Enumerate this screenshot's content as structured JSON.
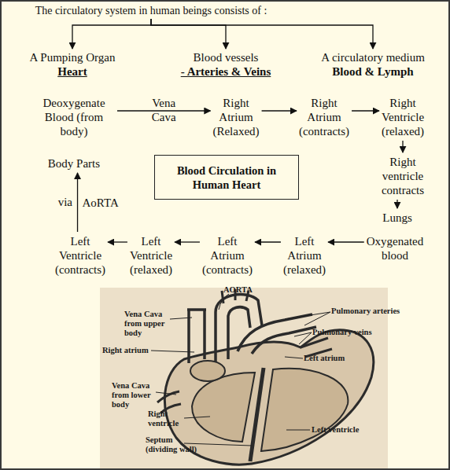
{
  "diagram": {
    "nodes": [
      {
        "text": [
          "The circulatory system in human beings consists of :"
        ]
      },
      {
        "text": [
          "A Pumping Organ",
          "Heart"
        ]
      },
      {
        "text": [
          "Blood vessels",
          "- Arteries & Veins"
        ]
      },
      {
        "text": [
          "A circulatory medium",
          "Blood & Lymph"
        ]
      },
      {
        "text": [
          "Deoxygenate Blood (from body)"
        ]
      },
      {
        "text": [
          "Right Atrium (Relaxed)"
        ]
      },
      {
        "text": [
          "Right Atrium (contracts)"
        ]
      },
      {
        "text": [
          "Right Ventricle (relaxed)"
        ]
      },
      {
        "text": [
          "Body Parts"
        ]
      },
      {
        "text": [
          "Blood Circulation in Human Heart"
        ]
      },
      {
        "text": [
          "Right ventricle contracts"
        ]
      },
      {
        "text": [
          "Lungs"
        ]
      },
      {
        "text": [
          "Left Ventricle (contracts)"
        ]
      },
      {
        "text": [
          "Left Ventricle (relaxed)"
        ]
      },
      {
        "text": [
          "Left Atrium (contracts)"
        ]
      },
      {
        "text": [
          "Left Atrium (relaxed)"
        ]
      },
      {
        "text": [
          "Oxygenated blood"
        ]
      }
    ],
    "edges": [
      {
        "from": 0,
        "to": 1,
        "arrow": "to"
      },
      {
        "from": 0,
        "to": 2,
        "arrow": "to"
      },
      {
        "from": 0,
        "to": 3,
        "arrow": "to"
      },
      {
        "from": 4,
        "to": 5,
        "label": "Vena Cava",
        "arrow": "to"
      },
      {
        "from": 5,
        "to": 6,
        "arrow": "to"
      },
      {
        "from": 6,
        "to": 7,
        "arrow": "to"
      },
      {
        "from": 7,
        "to": 10,
        "arrow": "to"
      },
      {
        "from": 10,
        "to": 11,
        "arrow": "to"
      },
      {
        "from": 16,
        "to": 15,
        "arrow": "to"
      },
      {
        "from": 15,
        "to": 14,
        "arrow": "to"
      },
      {
        "from": 14,
        "to": 13,
        "arrow": "to"
      },
      {
        "from": 13,
        "to": 12,
        "arrow": "to"
      },
      {
        "from": 12,
        "to": 8,
        "label": "AoRTA",
        "arrow": "to"
      }
    ],
    "labels": [
      "via",
      "AORTA",
      "Vena Cava from upper body",
      "Pulmonary arteries",
      "Pulmonary veins",
      "Right atrium",
      "Left atrium",
      "Vena Cava from lower body",
      "Right ventricle",
      "Left ventricle",
      "Septum (dividing wall)"
    ]
  }
}
